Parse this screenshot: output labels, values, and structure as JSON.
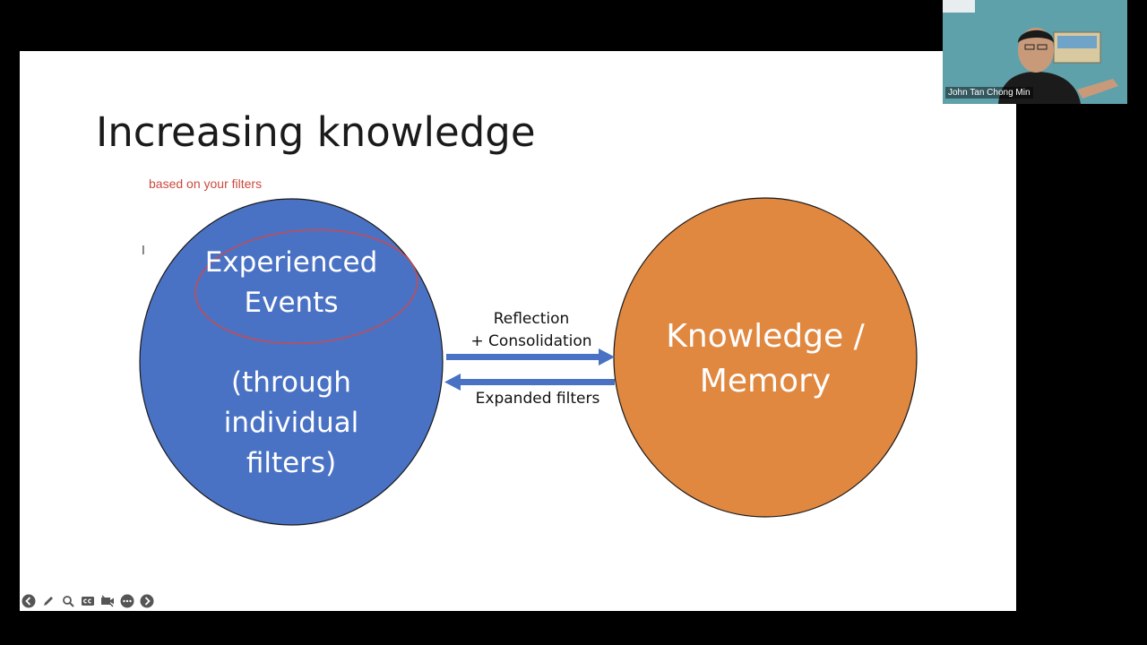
{
  "slide": {
    "title": "Increasing knowledge",
    "annotation": "based on your filters",
    "left_circle": {
      "line1": "Experienced",
      "line2": "Events",
      "line3": "(through",
      "line4": "individual",
      "line5": "filters)",
      "color": "#4a72c4"
    },
    "right_circle": {
      "line1": "Knowledge /",
      "line2": "Memory",
      "color": "#e08740"
    },
    "arrow_top": {
      "line1": "Reflection",
      "line2": "+ Consolidation"
    },
    "arrow_bottom": {
      "label": "Expanded filters"
    },
    "arrow_color": "#4a72c4",
    "annotation_color": "#cc4a3e"
  },
  "presentation_controls": [
    {
      "name": "previous-icon"
    },
    {
      "name": "pen-icon"
    },
    {
      "name": "zoom-icon"
    },
    {
      "name": "captions-icon"
    },
    {
      "name": "video-icon"
    },
    {
      "name": "more-icon"
    },
    {
      "name": "next-icon"
    }
  ],
  "video_tile": {
    "participant_name": "John Tan Chong Min"
  }
}
